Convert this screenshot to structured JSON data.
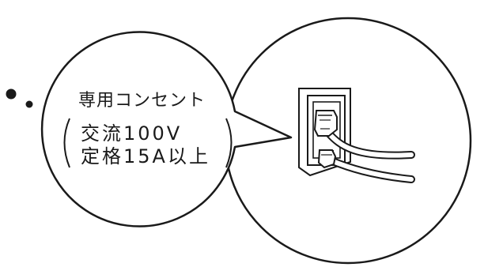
{
  "callout": {
    "title": "専用コンセント",
    "spec_line_1": "交流100V",
    "spec_line_2": "定格15A以上"
  },
  "colors": {
    "stroke": "#1a1a1a",
    "background": "#ffffff",
    "cord_shadow": "#555555"
  },
  "icons": [
    "wall-outlet-icon",
    "power-plug-icon",
    "power-cord-icon"
  ]
}
